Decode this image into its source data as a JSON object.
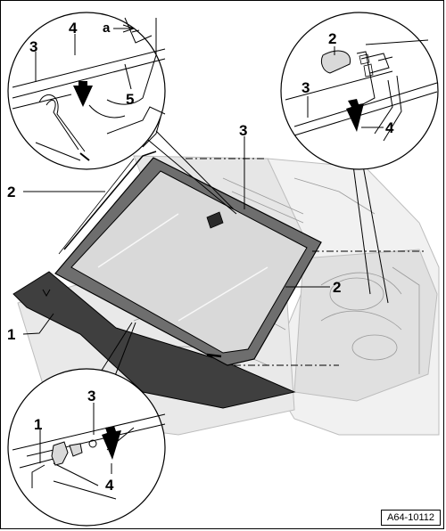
{
  "figure_ref": "A64-10112",
  "labels": {
    "main": {
      "glass": "1",
      "bead_upper": "2",
      "bead_lower": "2",
      "strip": "3"
    },
    "detail_top_left": {
      "dim": "a",
      "strip": "3",
      "arrow": "4",
      "clip": "5"
    },
    "detail_top_right": {
      "clip": "2",
      "strip": "3",
      "arrow": "4"
    },
    "detail_bottom_left": {
      "part": "1",
      "strip": "3",
      "arrow": "4"
    }
  },
  "colors": {
    "line": "#000000",
    "glass_fill": "#d9d9d9",
    "frame_band": "#6e6e6e",
    "cowl": "#3f3f3f",
    "body_light": "#f1f1f1"
  }
}
